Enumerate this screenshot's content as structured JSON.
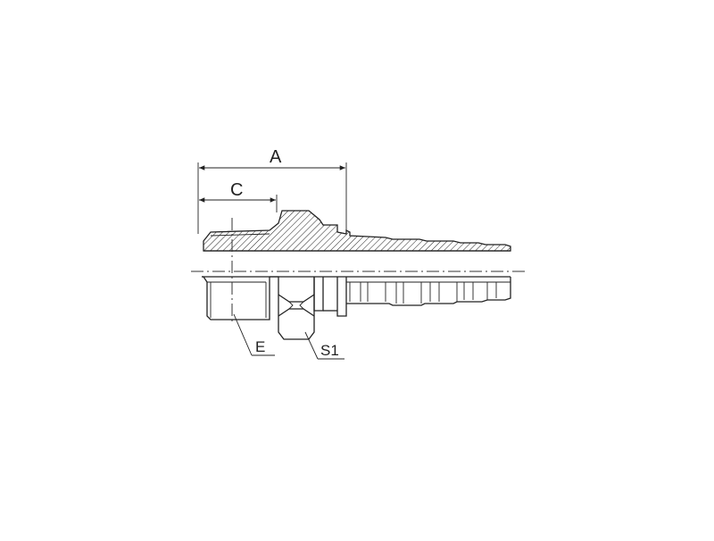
{
  "labels": {
    "A": "A",
    "C": "C",
    "E": "E",
    "S1": "S1"
  },
  "colors": {
    "line": "#222222",
    "background": "#ffffff"
  }
}
